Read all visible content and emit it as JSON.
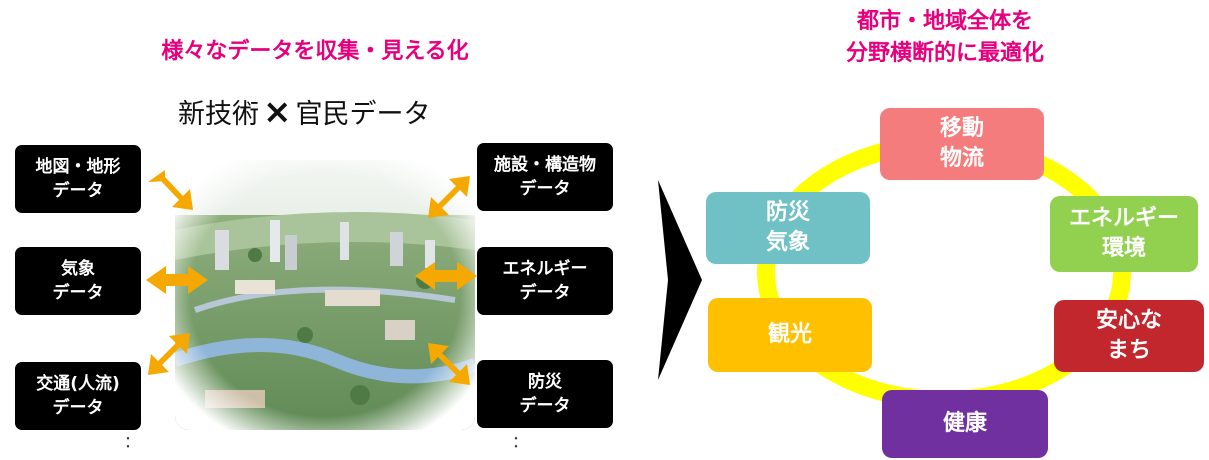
{
  "left_title": "様々なデータを収集・見える化",
  "tech": {
    "left": "新技術",
    "cross": "×",
    "right": "官民データ"
  },
  "left_boxes": [
    {
      "line1": "地図・地形",
      "line2": "データ"
    },
    {
      "line1": "気象",
      "line2": "データ"
    },
    {
      "line1": "交通(人流)",
      "line2": "データ"
    }
  ],
  "right_boxes": [
    {
      "line1": "施設・構造物",
      "line2": "データ"
    },
    {
      "line1": "エネルギー",
      "line2": "データ"
    },
    {
      "line1": "防災",
      "line2": "データ"
    }
  ],
  "ellipsis": "：",
  "right_title": {
    "line1": "都市・地域全体を",
    "line2": "分野横断的に最適化"
  },
  "nodes": [
    {
      "line1": "移動",
      "line2": "物流",
      "color": "#f47c7c"
    },
    {
      "line1": "エネルギー",
      "line2": "環境",
      "color": "#92d050"
    },
    {
      "line1": "安心な",
      "line2": "まち",
      "color": "#c1272d"
    },
    {
      "line1": "健康",
      "line2": "",
      "color": "#7030a0"
    },
    {
      "line1": "観光",
      "line2": "",
      "color": "#ffc000"
    },
    {
      "line1": "防災",
      "line2": "気象",
      "color": "#70c1c6"
    }
  ],
  "colors": {
    "title_pink": "#e6007e",
    "ring": "#ffff00",
    "arrow": "#f5a800"
  }
}
